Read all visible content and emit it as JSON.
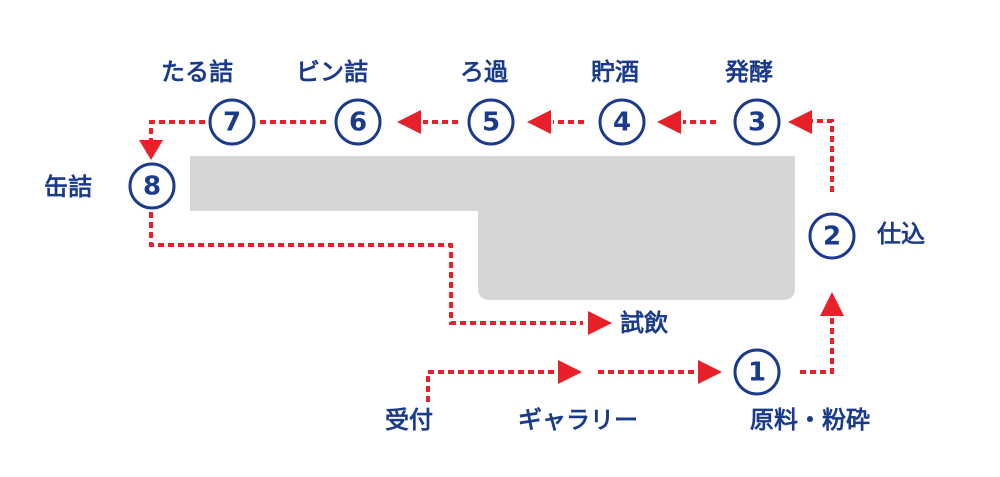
{
  "colors": {
    "route": "#e8202a",
    "text": "#1a3a8c",
    "area": "#d6d6d6",
    "circle_fill": "#ffffff"
  },
  "steps": [
    {
      "number": "1",
      "label": "原料・粉砕"
    },
    {
      "number": "2",
      "label": "仕込"
    },
    {
      "number": "3",
      "label": "発酵"
    },
    {
      "number": "4",
      "label": "貯酒"
    },
    {
      "number": "5",
      "label": "ろ過"
    },
    {
      "number": "6",
      "label": "ビン詰"
    },
    {
      "number": "7",
      "label": "たる詰"
    },
    {
      "number": "8",
      "label": "缶詰"
    }
  ],
  "other_labels": {
    "reception": "受付",
    "gallery": "ギャラリー",
    "tasting": "試飲"
  }
}
